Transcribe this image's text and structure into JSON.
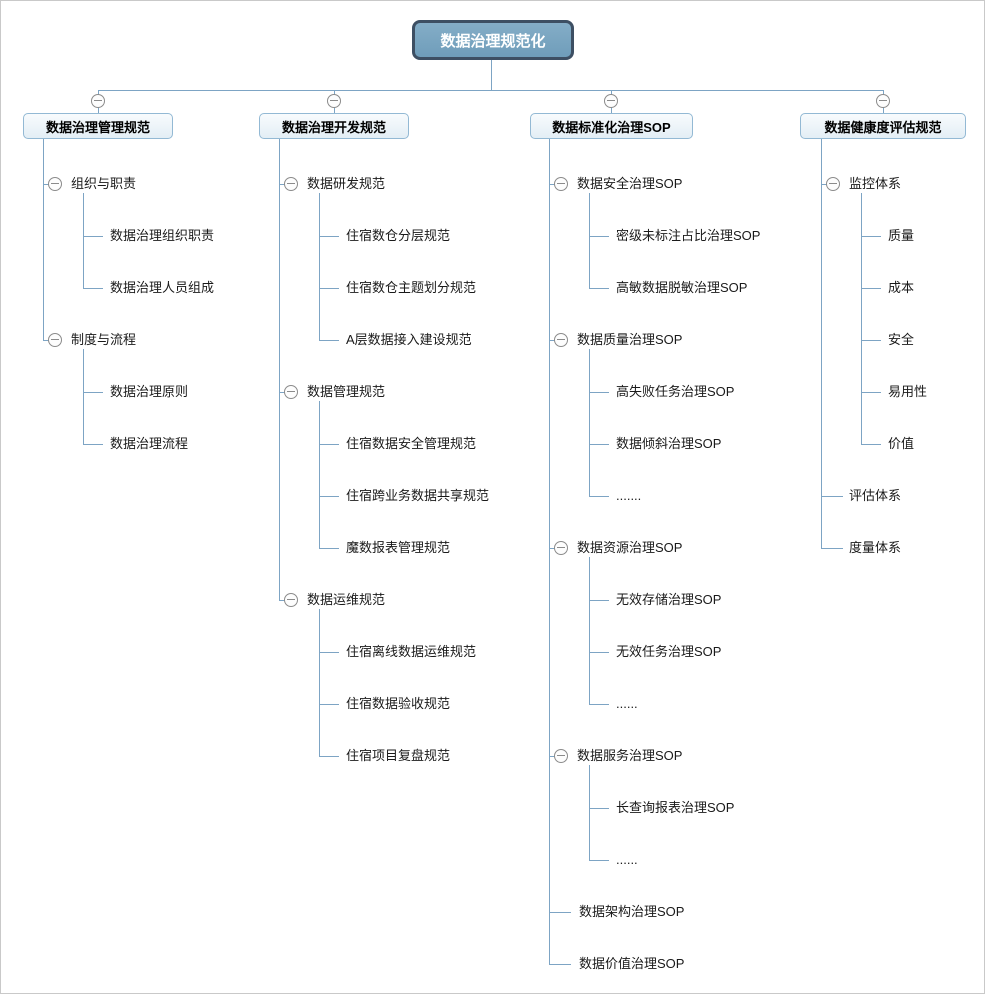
{
  "root": {
    "label": "数据治理规范化"
  },
  "branches": [
    {
      "label": "数据治理管理规范",
      "children": [
        {
          "label": "组织与职责",
          "children": [
            {
              "label": "数据治理组织职责"
            },
            {
              "label": "数据治理人员组成"
            }
          ]
        },
        {
          "label": "制度与流程",
          "children": [
            {
              "label": "数据治理原则"
            },
            {
              "label": "数据治理流程"
            }
          ]
        }
      ]
    },
    {
      "label": "数据治理开发规范",
      "children": [
        {
          "label": "数据研发规范",
          "children": [
            {
              "label": "住宿数仓分层规范"
            },
            {
              "label": "住宿数仓主题划分规范"
            },
            {
              "label": "A层数据接入建设规范"
            }
          ]
        },
        {
          "label": "数据管理规范",
          "children": [
            {
              "label": "住宿数据安全管理规范"
            },
            {
              "label": "住宿跨业务数据共享规范"
            },
            {
              "label": "魔数报表管理规范"
            }
          ]
        },
        {
          "label": "数据运维规范",
          "children": [
            {
              "label": "住宿离线数据运维规范"
            },
            {
              "label": "住宿数据验收规范"
            },
            {
              "label": "住宿项目复盘规范"
            }
          ]
        }
      ]
    },
    {
      "label": "数据标准化治理SOP",
      "children": [
        {
          "label": "数据安全治理SOP",
          "children": [
            {
              "label": "密级未标注占比治理SOP"
            },
            {
              "label": "高敏数据脱敏治理SOP"
            }
          ]
        },
        {
          "label": "数据质量治理SOP",
          "children": [
            {
              "label": "高失败任务治理SOP"
            },
            {
              "label": "数据倾斜治理SOP"
            },
            {
              "label": "......."
            }
          ]
        },
        {
          "label": "数据资源治理SOP",
          "children": [
            {
              "label": "无效存储治理SOP"
            },
            {
              "label": "无效任务治理SOP"
            },
            {
              "label": "......"
            }
          ]
        },
        {
          "label": "数据服务治理SOP",
          "children": [
            {
              "label": "长查询报表治理SOP"
            },
            {
              "label": "......"
            }
          ]
        },
        {
          "label": "数据架构治理SOP"
        },
        {
          "label": "数据价值治理SOP"
        }
      ]
    },
    {
      "label": "数据健康度评估规范",
      "children": [
        {
          "label": "监控体系",
          "children": [
            {
              "label": "质量"
            },
            {
              "label": "成本"
            },
            {
              "label": "安全"
            },
            {
              "label": "易用性"
            },
            {
              "label": "价值"
            }
          ]
        },
        {
          "label": "评估体系"
        },
        {
          "label": "度量体系"
        }
      ]
    }
  ],
  "icons": {
    "collapse": "minus-circle"
  },
  "colors": {
    "root_fill_top": "#84adc7",
    "root_fill_bottom": "#6f9dba",
    "root_border": "#3d4f63",
    "root_text": "#ffffff",
    "branch_fill_top": "#f8fbfd",
    "branch_fill_bottom": "#e3eef5",
    "branch_border": "#93b9d4",
    "line": "#7da4c4",
    "collapse_icon": "#8b8b8b",
    "node_text": "#1a1a1a",
    "canvas_border": "#c9c9c9",
    "background": "#ffffff"
  }
}
